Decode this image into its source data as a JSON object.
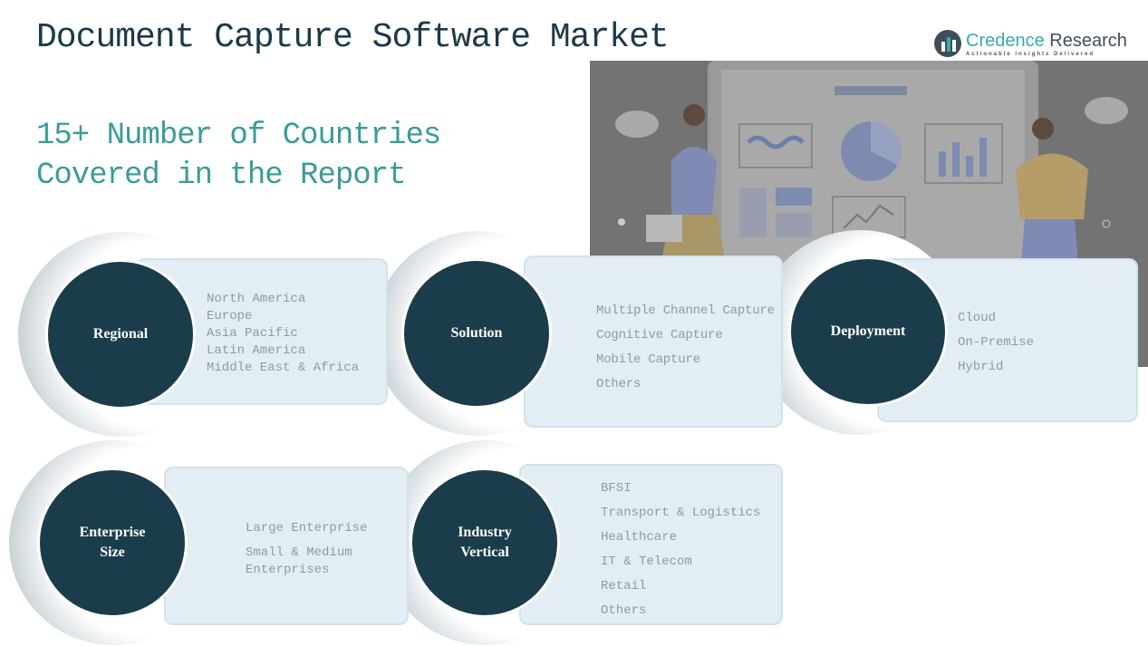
{
  "header": {
    "title": "Document Capture Software Market",
    "subtitle_line1": "15+ Number of Countries",
    "subtitle_line2": "Covered in the Report"
  },
  "logo": {
    "name_part1": "Credence",
    "name_part2": "Research",
    "tagline": "Actionable Insights Delivered"
  },
  "segments": [
    {
      "label": "Regional",
      "items": [
        "North America",
        "Europe",
        "Asia Pacific",
        "Latin America",
        "Middle East & Africa"
      ]
    },
    {
      "label": "Solution",
      "items": [
        "Multiple Channel Capture",
        "Cognitive Capture",
        "Mobile Capture",
        "Others"
      ]
    },
    {
      "label": "Deployment",
      "items": [
        "Cloud",
        "On-Premise",
        "Hybrid"
      ]
    },
    {
      "label_line1": "Enterprise",
      "label_line2": "Size",
      "items": [
        "Large Enterprise",
        "Small & Medium",
        "Enterprises"
      ]
    },
    {
      "label_line1": "Industry",
      "label_line2": "Vertical",
      "items": [
        "BFSI",
        "Transport & Logistics",
        "Healthcare",
        "IT & Telecom",
        "Retail",
        "Others"
      ]
    }
  ],
  "colors": {
    "dark": "#1b3c4b",
    "teal": "#3a9c99",
    "box": "#e2eef4"
  }
}
